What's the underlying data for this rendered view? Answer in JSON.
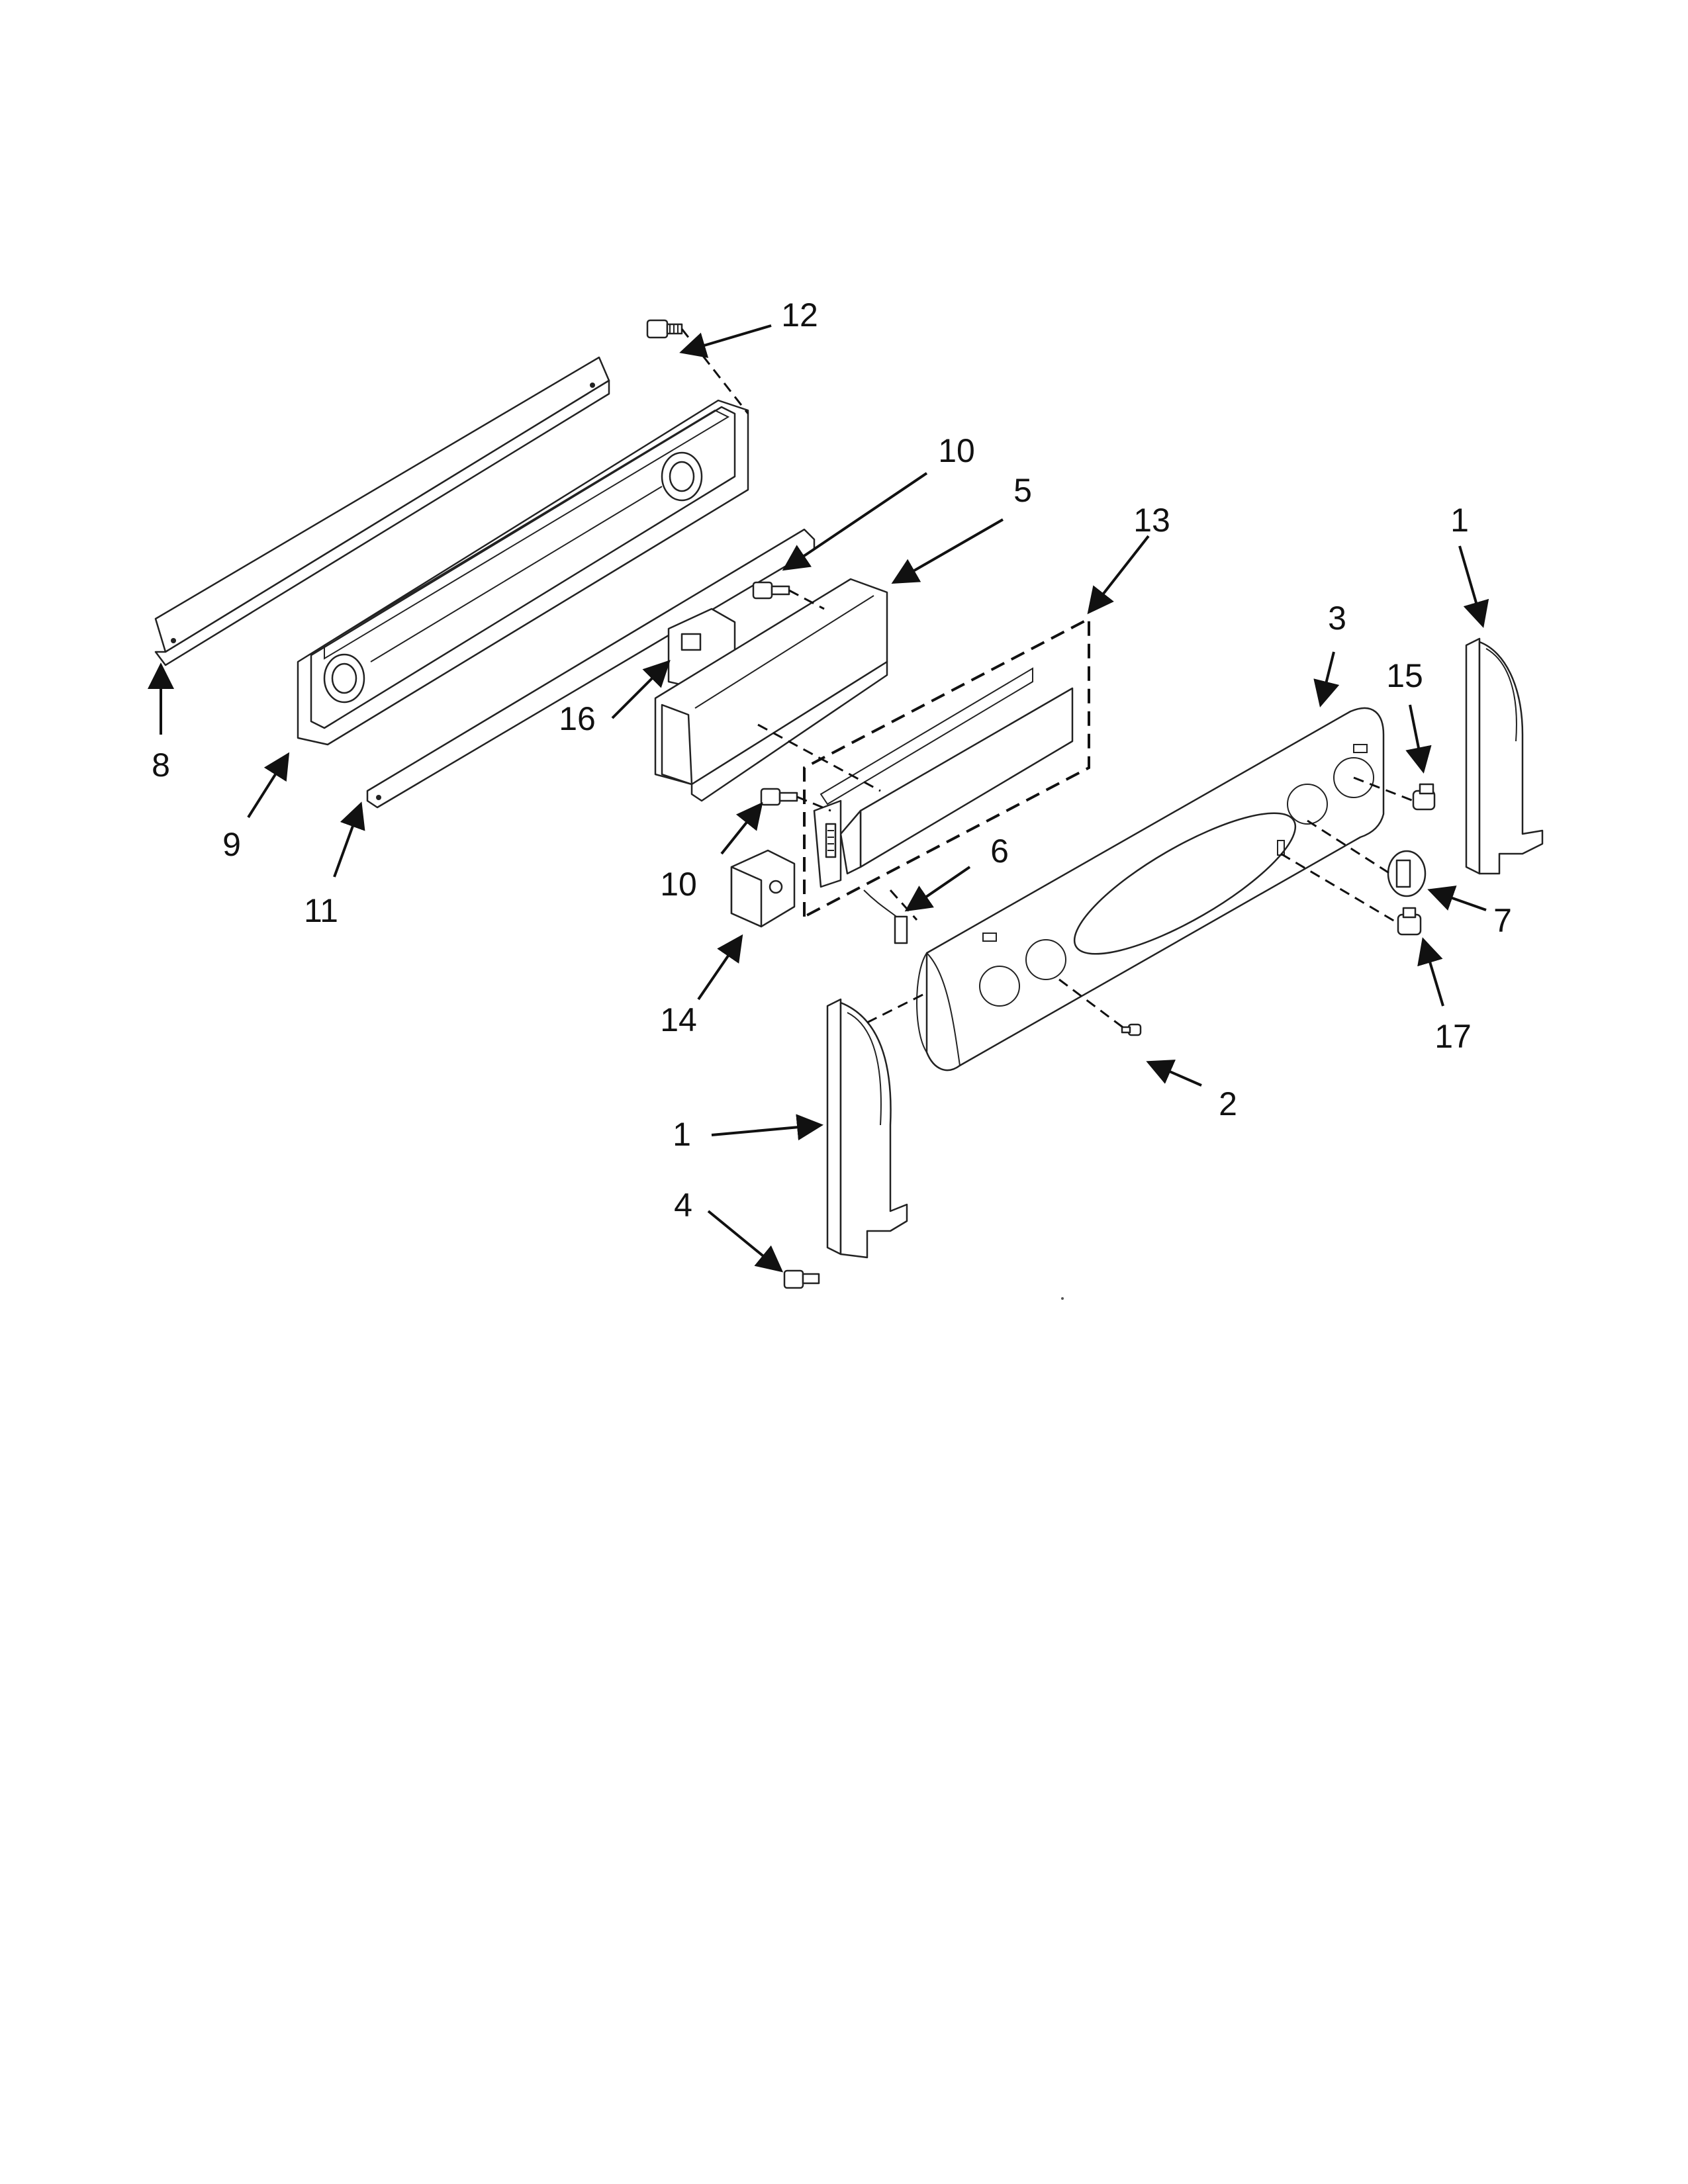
{
  "callouts": [
    {
      "id": "c12",
      "label": "12"
    },
    {
      "id": "c10a",
      "label": "10"
    },
    {
      "id": "c5",
      "label": "5"
    },
    {
      "id": "c13",
      "label": "13"
    },
    {
      "id": "c1a",
      "label": "1"
    },
    {
      "id": "c3",
      "label": "3"
    },
    {
      "id": "c15",
      "label": "15"
    },
    {
      "id": "c8",
      "label": "8"
    },
    {
      "id": "c9",
      "label": "9"
    },
    {
      "id": "c16",
      "label": "16"
    },
    {
      "id": "c11",
      "label": "11"
    },
    {
      "id": "c10b",
      "label": "10"
    },
    {
      "id": "c6",
      "label": "6"
    },
    {
      "id": "c7",
      "label": "7"
    },
    {
      "id": "c14",
      "label": "14"
    },
    {
      "id": "c17",
      "label": "17"
    },
    {
      "id": "c2",
      "label": "2"
    },
    {
      "id": "c1b",
      "label": "1"
    },
    {
      "id": "c4",
      "label": "4"
    }
  ]
}
